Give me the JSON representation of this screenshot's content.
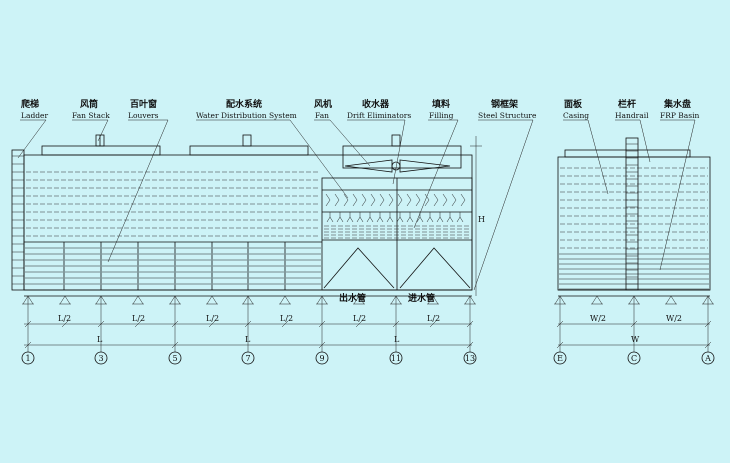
{
  "labels": {
    "ladder": {
      "zh": "爬梯",
      "en": "Ladder"
    },
    "fan_stack": {
      "zh": "风筒",
      "en": "Fan Stack"
    },
    "louvers": {
      "zh": "百叶窗",
      "en": "Louvers"
    },
    "water_dist": {
      "zh": "配水系统",
      "en": "Water Distribution System"
    },
    "fan": {
      "zh": "风机",
      "en": "Fan"
    },
    "drift": {
      "zh": "收水器",
      "en": "Drift Eliminators"
    },
    "filling": {
      "zh": "填料",
      "en": "Filling"
    },
    "steel": {
      "zh": "钢框架",
      "en": "Steel Structure"
    },
    "casing": {
      "zh": "面板",
      "en": "Casing"
    },
    "handrail": {
      "zh": "栏杆",
      "en": "Handrail"
    },
    "basin": {
      "zh": "集水盘",
      "en": "FRP Basin"
    }
  },
  "pipes": {
    "outlet": "出水管",
    "inlet": "进水管"
  },
  "dims": {
    "half": "L/2",
    "full": "L",
    "height": "H",
    "w_half": "W/2",
    "w_full": "W"
  },
  "axes_front": [
    "1",
    "3",
    "5",
    "7",
    "9",
    "11",
    "13"
  ],
  "axes_side": [
    "E",
    "C",
    "A"
  ]
}
